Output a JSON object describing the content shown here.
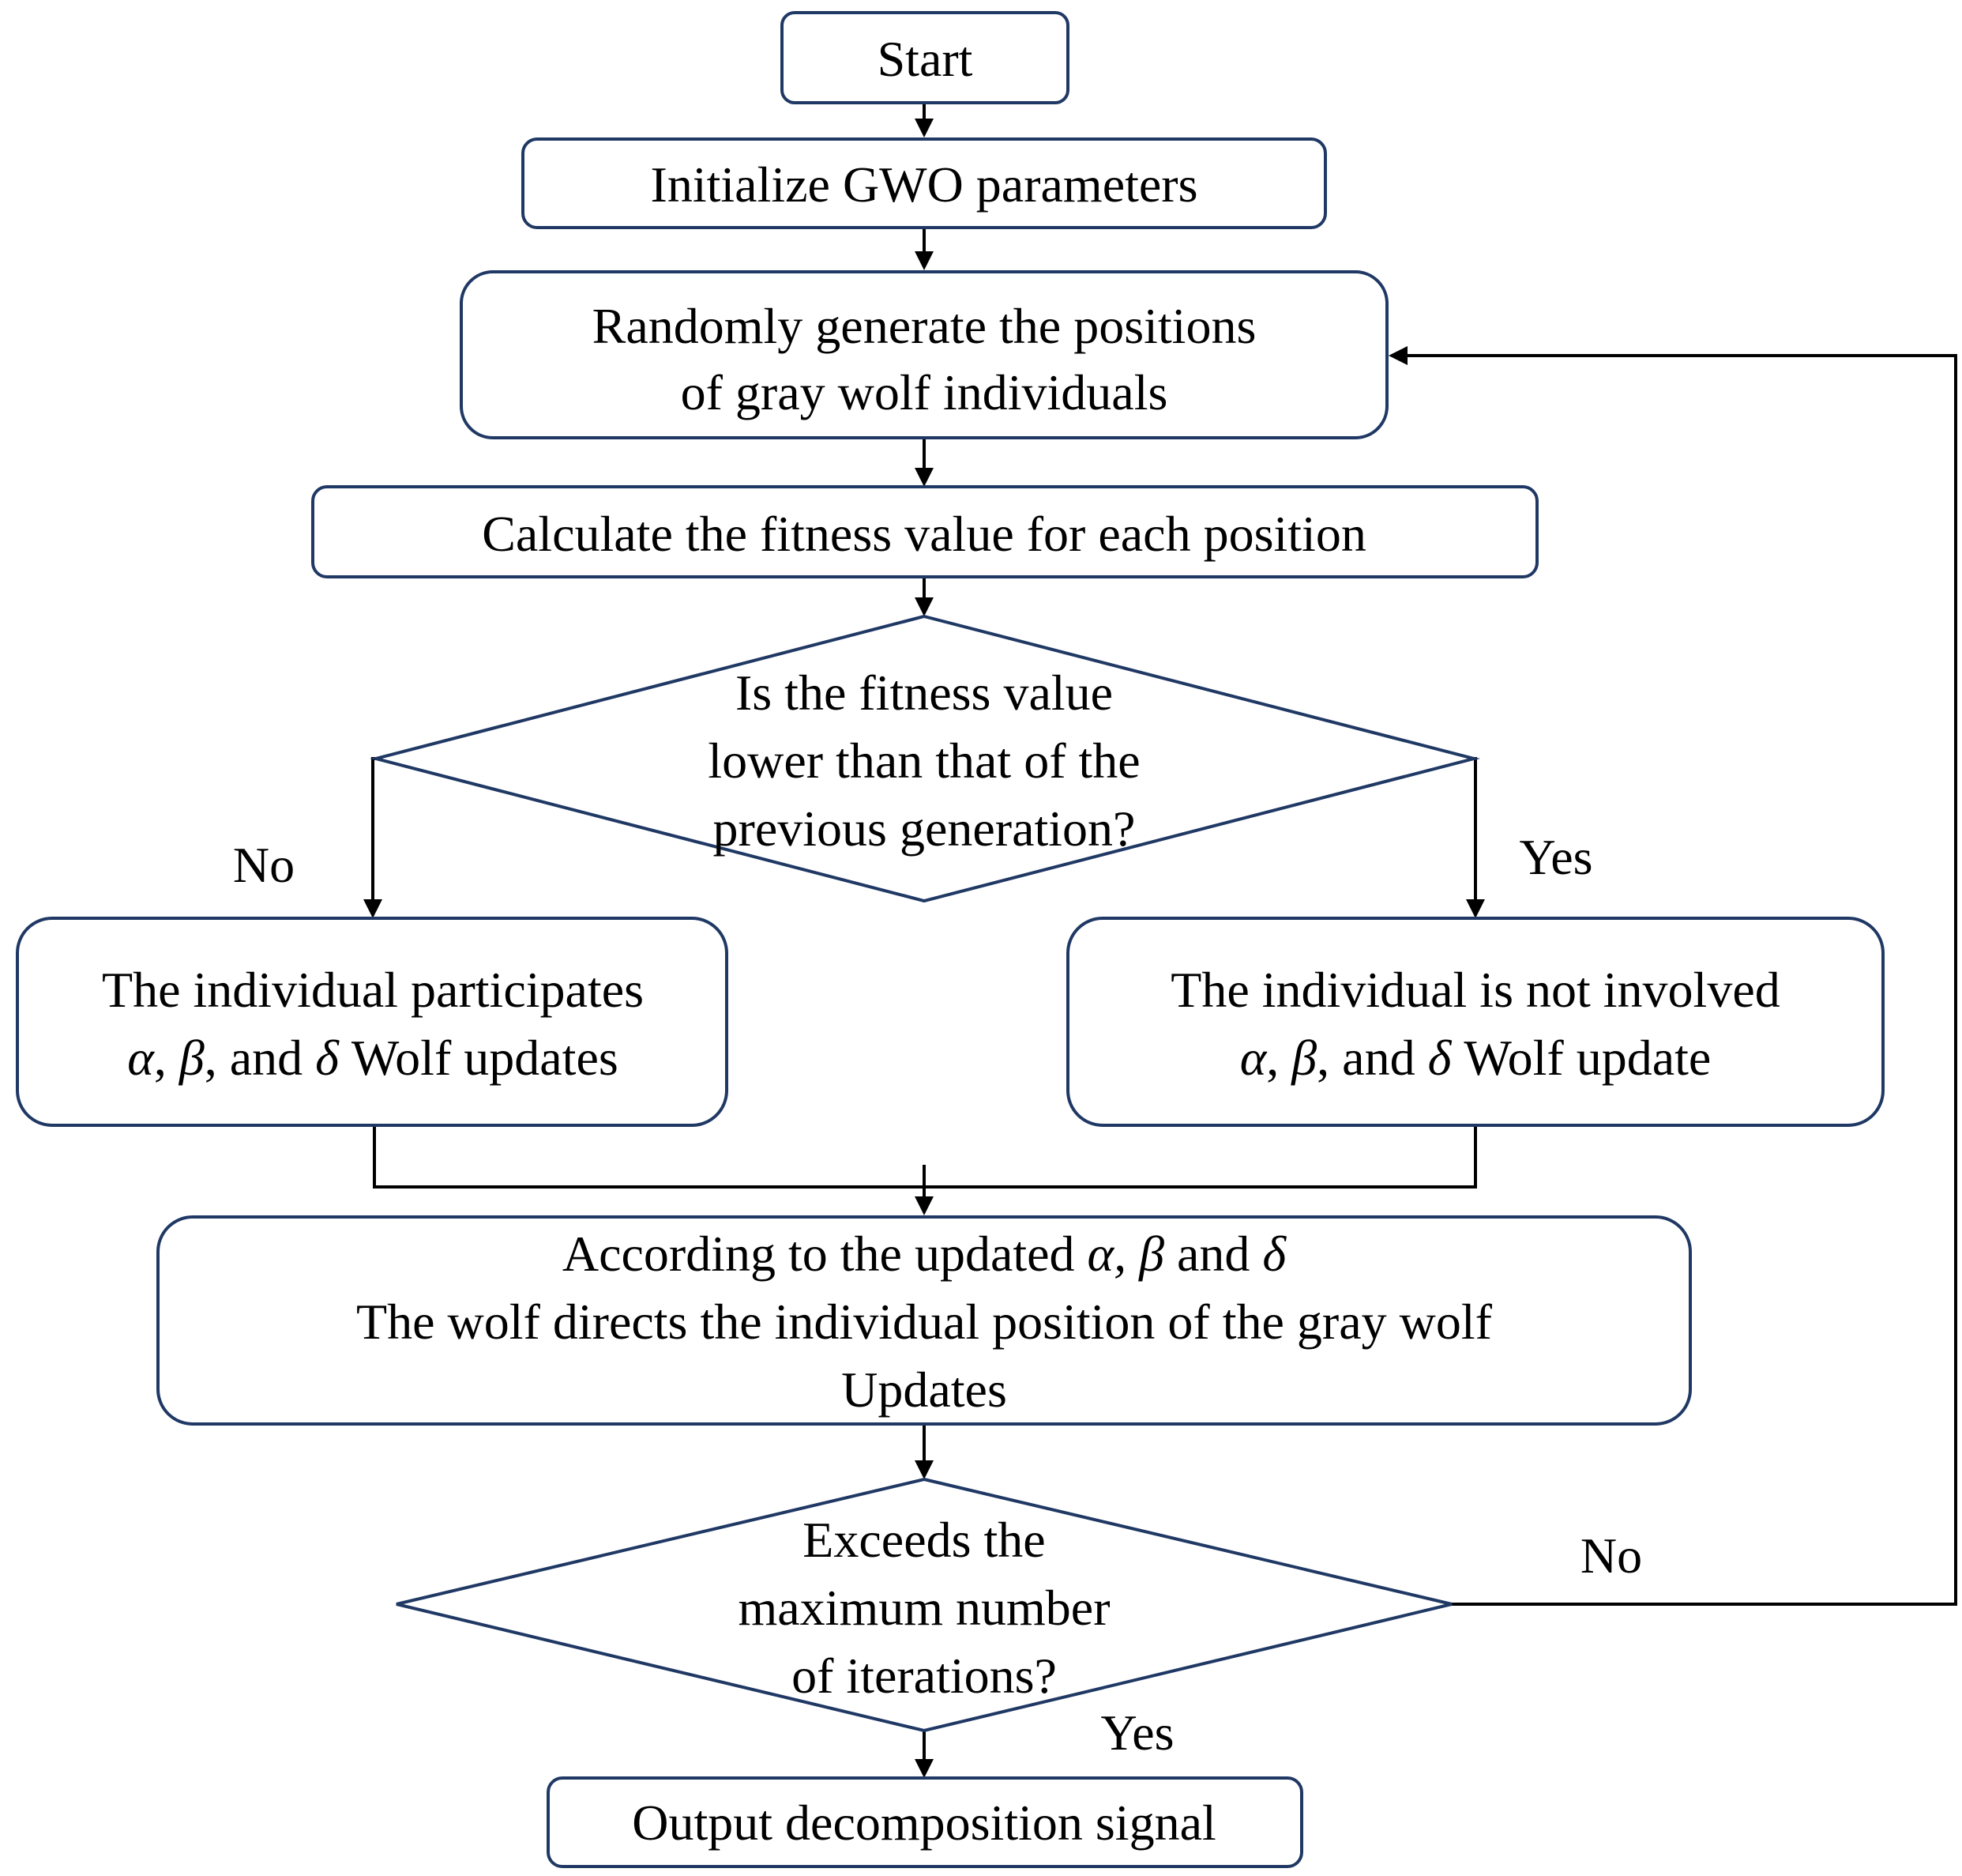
{
  "nodes": {
    "start": "Start",
    "init": "Initialize GWO parameters",
    "random_1": "Randomly generate the positions",
    "random_2": "of gray wolf individuals",
    "fitness": "Calculate the fitness value for each position",
    "decision1_1": "Is the fitness value",
    "decision1_2": "lower than that of the",
    "decision1_3": "previous generation?",
    "participates_1": "The individual participates",
    "participates_2": ", and ",
    "participates_3": " Wolf updates",
    "not_involved_1": "The individual is not involved",
    "not_involved_2": ", and ",
    "not_involved_3": " Wolf update",
    "according_1": "According to the updated ",
    "according_1_and": " and ",
    "according_2": "The wolf directs the individual position of the gray wolf",
    "according_3": "Updates",
    "decision2_1": "Exceeds the",
    "decision2_2": "maximum number",
    "decision2_3": "of iterations?",
    "output": "Output decomposition signal"
  },
  "greek": {
    "alpha": "α",
    "beta": "β",
    "delta": "δ",
    "comma": ","
  },
  "edge_labels": {
    "d1_no": "No",
    "d1_yes": "Yes",
    "d2_no": "No",
    "d2_yes": "Yes"
  },
  "colors": {
    "shape_stroke": "#1f3864",
    "connector": "#000000"
  }
}
